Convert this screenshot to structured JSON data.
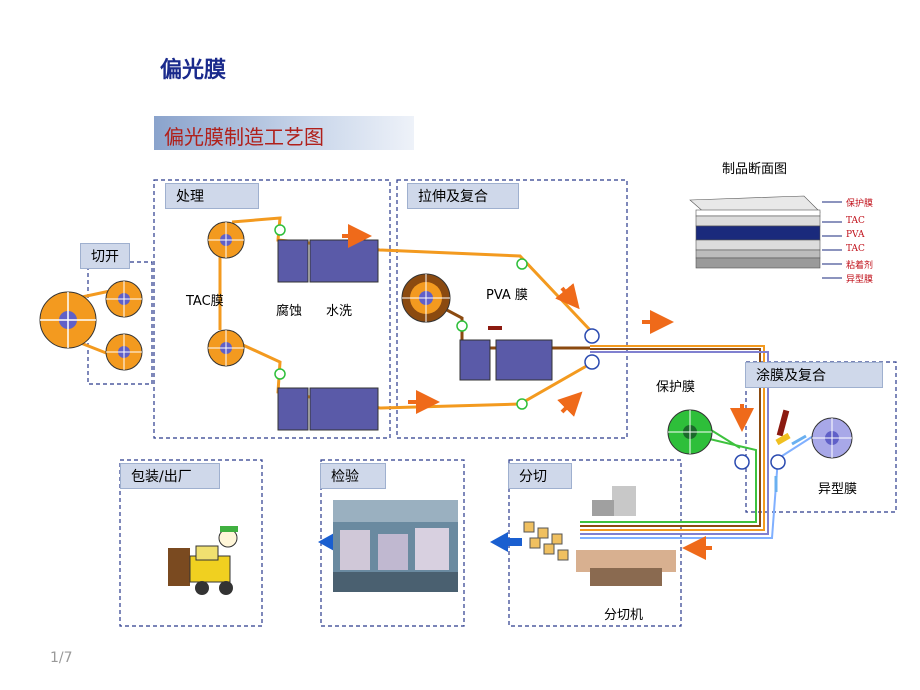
{
  "page": {
    "title": "偏光膜",
    "subtitle": "偏光膜制造工艺图",
    "page_number": "1/7"
  },
  "stages": {
    "cut": "切开",
    "treatment": "处理",
    "stretch": "拉伸及复合",
    "coating": "涂膜及复合",
    "slitting": "分切",
    "inspection": "检验",
    "packing": "包装/出厂"
  },
  "labels": {
    "tac": "TAC膜",
    "etch": "腐蚀",
    "wash": "水洗",
    "pva": "PVA 膜",
    "protect": "保护膜",
    "release": "异型膜",
    "slitter": "分切机"
  },
  "cross_section": {
    "title": "制品断面图",
    "layers": [
      "保护膜",
      "TAC",
      "PVA",
      "TAC",
      "粘着剂",
      "异型膜"
    ]
  },
  "colors": {
    "film": "#f39a1f",
    "tank": "#5a5aa8",
    "arrow": "#ef6a1a",
    "dashed_border": "#2a3a8c",
    "title": "#1a2a8c",
    "subtitle": "#b0201b"
  }
}
